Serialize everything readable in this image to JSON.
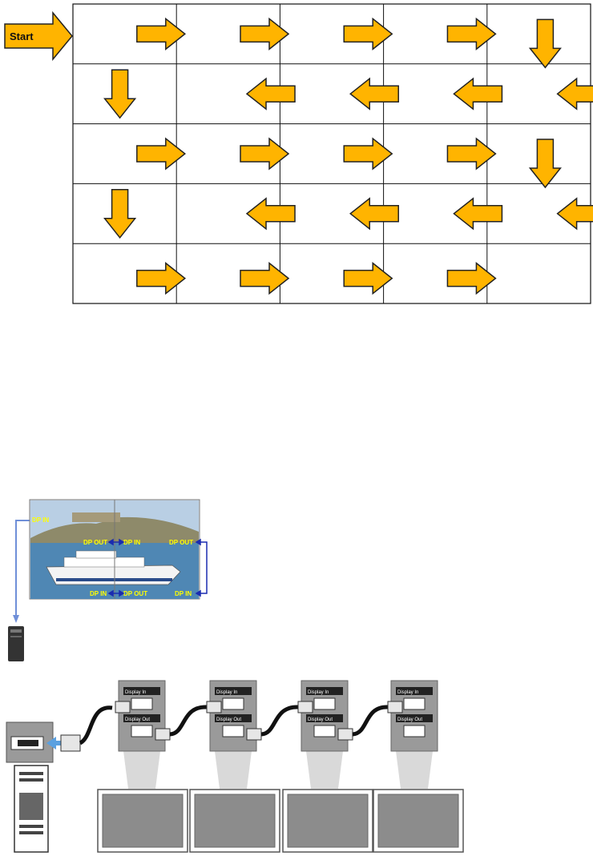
{
  "snake_diagram": {
    "start_label": "Start",
    "rows": [
      [
        "right",
        "right",
        "right",
        "right",
        "down"
      ],
      [
        "down",
        "left",
        "left",
        "left",
        "left"
      ],
      [
        "right",
        "right",
        "right",
        "right",
        "down"
      ],
      [
        "down",
        "left",
        "left",
        "left",
        "left"
      ],
      [
        "right",
        "right",
        "right",
        "right",
        ""
      ]
    ],
    "arrow_color": "#ffb400",
    "arrow_outline": "#222222"
  },
  "video_wall": {
    "labels": {
      "top_left_in": "DP IN",
      "mid_left_out": "DP OUT",
      "mid_center_in": "DP IN",
      "mid_right_out": "DP OUT",
      "bottom_left_in": "DP IN",
      "bottom_center_out": "DP OUT",
      "bottom_right_in": "DP IN"
    },
    "label_color": "#ffff00",
    "cable_color": "#1a2bb0"
  },
  "daisy_chain": {
    "port_in_label": "Display In",
    "port_out_label": "Display Out",
    "monitor_count": 4
  }
}
